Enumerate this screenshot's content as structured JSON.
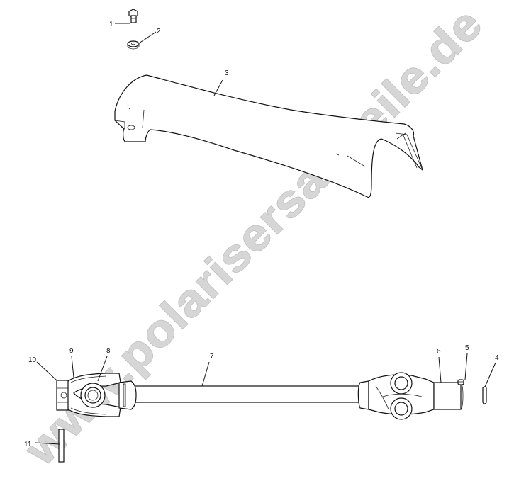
{
  "diagram": {
    "type": "exploded-parts-view",
    "background": "#ffffff",
    "line_color": "#111111",
    "watermark": {
      "text": "www.polarisersatzteile.de",
      "color": "#d6d6d6",
      "rotation_deg": -45
    },
    "callouts": [
      {
        "id": "1",
        "label": "1",
        "part": "bolt"
      },
      {
        "id": "2",
        "label": "2",
        "part": "washer"
      },
      {
        "id": "3",
        "label": "3",
        "part": "shaft-guard-cover"
      },
      {
        "id": "4",
        "label": "4",
        "part": "pin"
      },
      {
        "id": "5",
        "label": "5",
        "part": "grease-fitting"
      },
      {
        "id": "6",
        "label": "6",
        "part": "yoke-end"
      },
      {
        "id": "7",
        "label": "7",
        "part": "drive-shaft-tube"
      },
      {
        "id": "8",
        "label": "8",
        "part": "universal-joint-cross"
      },
      {
        "id": "9",
        "label": "9",
        "part": "yoke"
      },
      {
        "id": "10",
        "label": "10",
        "part": "yoke-end-coupler"
      },
      {
        "id": "11",
        "label": "11",
        "part": "roll-pin"
      }
    ]
  }
}
